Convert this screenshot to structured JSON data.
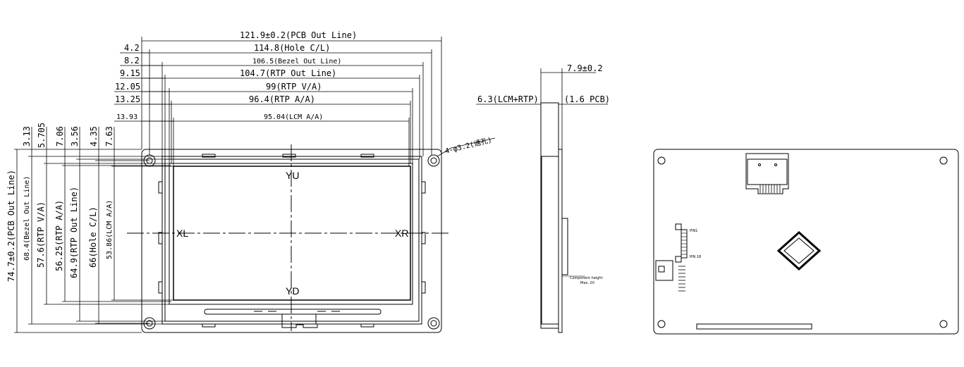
{
  "front_view": {
    "width_dims": [
      {
        "offset": "",
        "label": "121.9±0.2(PCB Out Line)"
      },
      {
        "offset": "4.2",
        "label": "114.8(Hole C/L)"
      },
      {
        "offset": "8.2",
        "label": "106.5(Bezel Out Line)"
      },
      {
        "offset": "9.15",
        "label": "104.7(RTP Out Line)"
      },
      {
        "offset": "12.05",
        "label": "99(RTP V/A)"
      },
      {
        "offset": "13.25",
        "label": "96.4(RTP A/A)"
      },
      {
        "offset": "13.93",
        "label": "95.04(LCM A/A)"
      }
    ],
    "height_dims": [
      {
        "offset": "3.13",
        "label": "74.7±0.2(PCB Out Line)"
      },
      {
        "offset": "5.705",
        "label": "68.4(Bezel Out Line)"
      },
      {
        "offset": "7.06",
        "label": "57.6(RTP V/A)"
      },
      {
        "offset": "3.56",
        "label": "56.25(RTP A/A)"
      },
      {
        "offset": "4.35",
        "label": "64.9(RTP Out Line)"
      },
      {
        "offset": "7.63",
        "label": "66(Hole C/L)"
      },
      {
        "offset": "",
        "label": "53.86(LCM A/A)"
      }
    ],
    "hole_callout": "4-φ3.2(通孔)",
    "touch_labels": {
      "top": "YU",
      "bottom": "YD",
      "left": "XL",
      "right": "XR"
    }
  },
  "side_view": {
    "thickness": "7.9±0.2",
    "lcm_rtp": "6.3(LCM+RTP)",
    "pcb": "(1.6 PCB)",
    "component_note_1": "Component height",
    "component_note_2": "Max. 20"
  },
  "back_view": {
    "pin_top": "PIN1",
    "pin_bottom": "PIN 18"
  }
}
